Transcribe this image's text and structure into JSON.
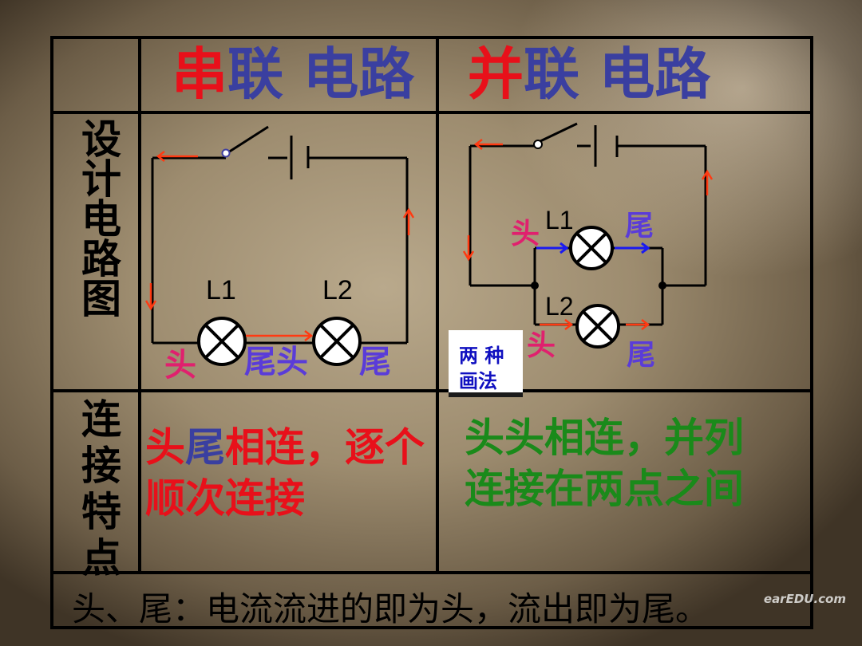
{
  "header": {
    "series_char": "串",
    "series_rest": "联 电路",
    "parallel_char": "并",
    "parallel_rest": "联 电路"
  },
  "row_labels": {
    "design": "设计电路图",
    "features": "连接特点"
  },
  "series_diagram": {
    "lamp1": "L1",
    "lamp2": "L2",
    "head1": "头",
    "tail_head": "尾头",
    "tail2": "尾"
  },
  "parallel_diagram": {
    "head_top": "头",
    "lamp1": "L1",
    "tail_top": "尾",
    "lamp2": "L2",
    "head_bottom": "头",
    "tail_bottom": "尾",
    "two_methods_line1": "两 种",
    "two_methods_line2": "画法"
  },
  "features": {
    "series_part1": "头",
    "series_part2": "尾",
    "series_part3": "相连，逐个顺次连接",
    "parallel": "头头相连，并列连接在两点之间"
  },
  "footer": "头、尾：电流流进的即为头，流出即为尾。",
  "watermark": "earEDU.com",
  "colors": {
    "red": "#e8101a",
    "blue": "#3a3fa0",
    "green": "#1a8a1a",
    "pink": "#e0206e",
    "purple": "#5a3cd8",
    "arrow": "#ff3a12"
  }
}
